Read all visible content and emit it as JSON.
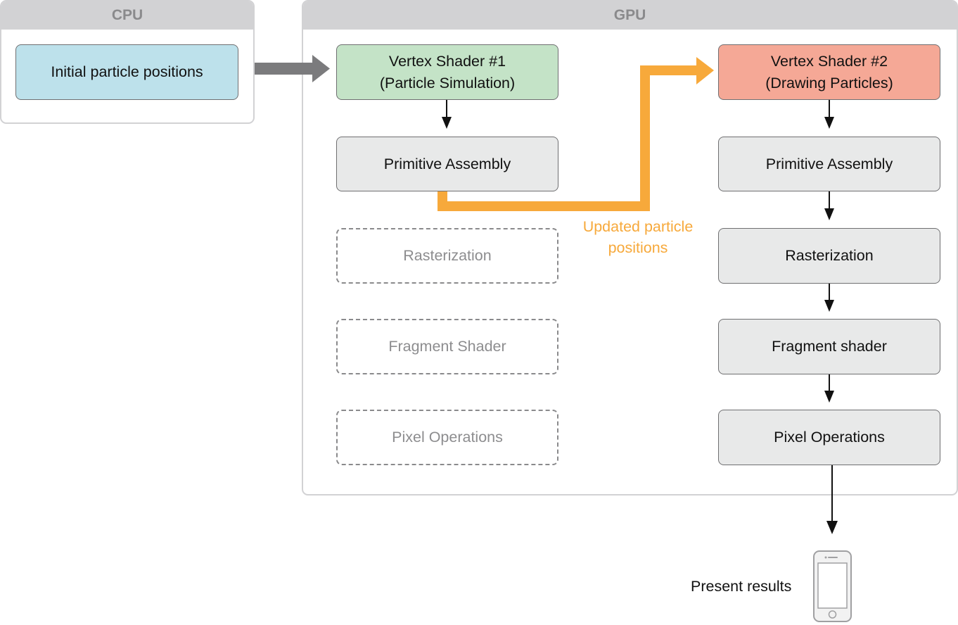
{
  "cpu": {
    "title": "CPU",
    "box": "Initial particle positions"
  },
  "gpu": {
    "title": "GPU",
    "left_column": {
      "vertex_shader_line1": "Vertex Shader #1",
      "vertex_shader_line2": "(Particle Simulation)",
      "primitive_assembly": "Primitive Assembly",
      "rasterization": "Rasterization",
      "fragment_shader": "Fragment Shader",
      "pixel_operations": "Pixel Operations"
    },
    "right_column": {
      "vertex_shader_line1": "Vertex Shader #2",
      "vertex_shader_line2": "(Drawing Particles)",
      "primitive_assembly": "Primitive Assembly",
      "rasterization": "Rasterization",
      "fragment_shader": "Fragment shader",
      "pixel_operations": "Pixel Operations"
    },
    "feedback_label_line1": "Updated particle",
    "feedback_label_line2": "positions"
  },
  "output": {
    "label": "Present results",
    "icon": "phone-icon"
  },
  "colors": {
    "cpu_box": "#bde1eb",
    "vertex_shader_1": "#c4e3c7",
    "vertex_shader_2": "#f5a896",
    "stage_box": "#e8e9e9",
    "panel_header": "#d2d2d4",
    "feedback_arrow": "#f7a93b",
    "cpu_to_gpu_arrow": "#7b7b7d"
  }
}
